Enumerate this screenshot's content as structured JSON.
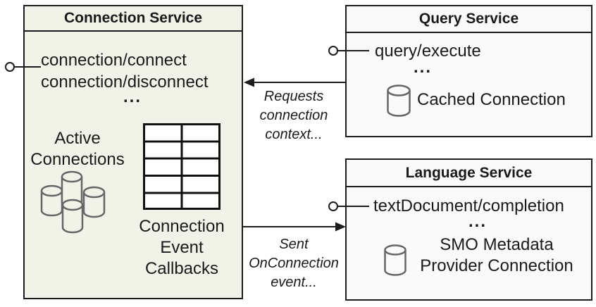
{
  "colors": {
    "connection_fill": "#f1f3e8",
    "service_fill": "#fafafa",
    "border": "#1c1c1c",
    "database_icon_stroke": "#666666"
  },
  "connection_service": {
    "title": "Connection Service",
    "methods": [
      "connection/connect",
      "connection/disconnect"
    ],
    "methods_ellipsis": "...",
    "active_connections_label": "Active\nConnections",
    "callbacks_label": "Connection\nEvent\nCallbacks"
  },
  "query_service": {
    "title": "Query Service",
    "method": "query/execute",
    "methods_ellipsis": "...",
    "cached_connection_label": "Cached Connection"
  },
  "language_service": {
    "title": "Language Service",
    "method": "textDocument/completion",
    "methods_ellipsis": "...",
    "smo_label": "SMO Metadata\nProvider Connection"
  },
  "arrows": {
    "requests_label": "Requests\nconnection\ncontext...",
    "sent_label": "Sent\nOnConnection\nevent..."
  }
}
